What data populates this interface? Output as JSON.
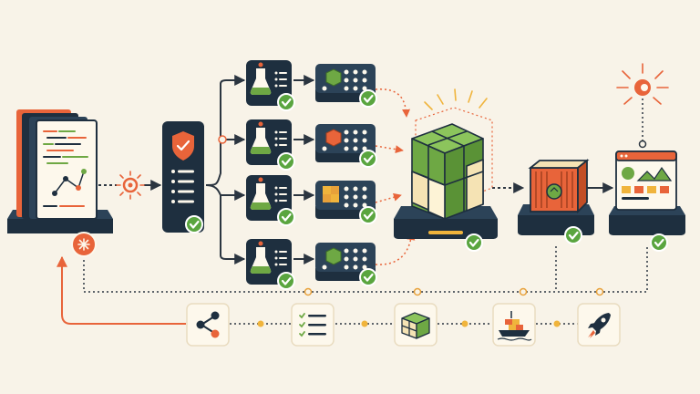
{
  "palette": {
    "background": "#f8f3e8",
    "navy": "#1e2f3f",
    "orange": "#e8643a",
    "green": "#6ea844",
    "check_green": "#5aa53f",
    "tan": "#f5e3b4",
    "connector": "#2b3540",
    "dotted_orange": "#e8643a",
    "node_gold": "#f0b43c"
  },
  "diagram": {
    "source_repo": {
      "icon": "code-repository-icon",
      "status_icon": "orange-gear-icon"
    },
    "trigger_icon": "orange-sun-trigger-icon",
    "security_gate": {
      "icon": "shield-check-icon",
      "status": "passed"
    },
    "test_stages": [
      {
        "icon": "flask-checklist-icon",
        "status": "passed"
      },
      {
        "icon": "flask-checklist-icon",
        "status": "passed"
      },
      {
        "icon": "flask-checklist-icon",
        "status": "passed"
      },
      {
        "icon": "flask-checklist-icon",
        "status": "passed"
      }
    ],
    "build_grids": [
      {
        "icon": "build-grid-icon",
        "accent": "green",
        "status": "passed"
      },
      {
        "icon": "build-grid-icon",
        "accent": "orange",
        "status": "passed"
      },
      {
        "icon": "build-grid-icon",
        "accent": "gold",
        "status": "passed"
      },
      {
        "icon": "build-grid-icon",
        "accent": "green",
        "status": "passed"
      }
    ],
    "artifact": {
      "icon": "package-cube-icon",
      "status": "passed"
    },
    "container": {
      "icon": "shipping-container-icon",
      "status": "passed"
    },
    "deploy_monitor": {
      "icon": "browser-dashboard-icon",
      "status": "passed",
      "alert_icon": "orange-alert-sun-icon"
    },
    "bottom_steps": [
      {
        "icon": "share-network-icon"
      },
      {
        "icon": "checklist-icon"
      },
      {
        "icon": "package-cubes-icon"
      },
      {
        "icon": "container-ship-icon"
      },
      {
        "icon": "rocket-icon"
      }
    ]
  }
}
